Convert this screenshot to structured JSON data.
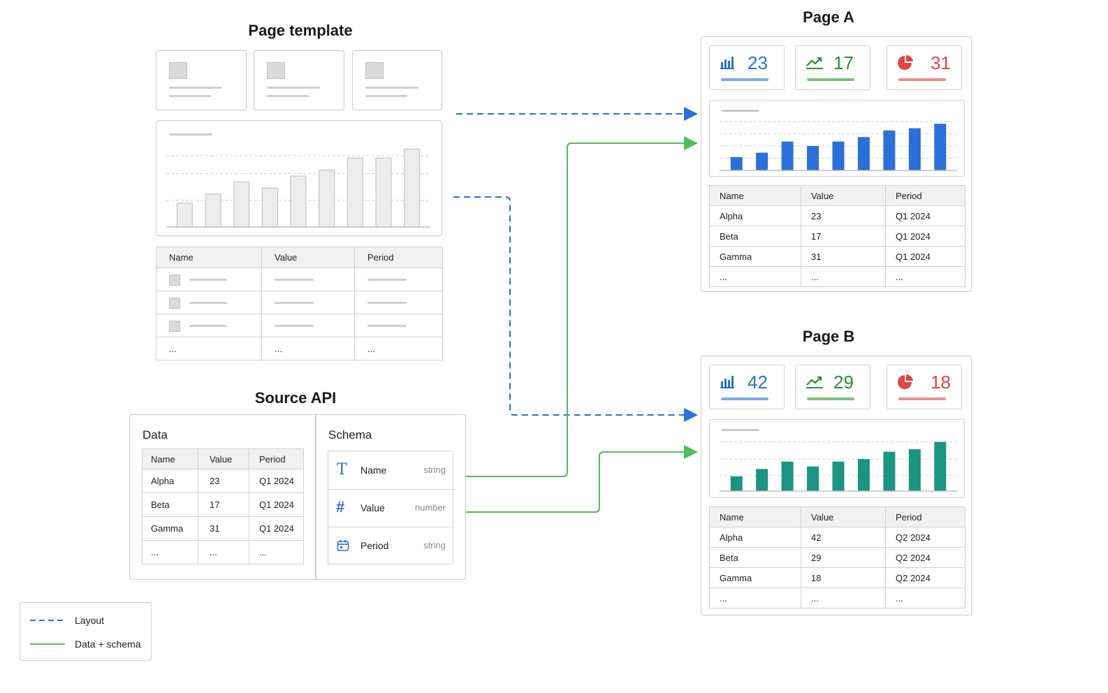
{
  "template": {
    "title": "Page template",
    "table_headers": [
      "Name",
      "Value",
      "Period"
    ],
    "ellipsis": "..."
  },
  "source": {
    "title": "Source API",
    "data_title": "Data",
    "schema_title": "Schema",
    "data_headers": [
      "Name",
      "Value",
      "Period"
    ],
    "data_rows": [
      [
        "Alpha",
        "23",
        "Q1 2024"
      ],
      [
        "Beta",
        "17",
        "Q1 2024"
      ],
      [
        "Gamma",
        "31",
        "Q1 2024"
      ],
      [
        "...",
        "...",
        "..."
      ]
    ],
    "schema": [
      {
        "name": "Name",
        "type": "string",
        "icon": "text-type-icon"
      },
      {
        "name": "Value",
        "type": "number",
        "icon": "hash-icon"
      },
      {
        "name": "Period",
        "type": "string",
        "icon": "calendar-icon"
      }
    ]
  },
  "page_a": {
    "title": "Page A",
    "kpis": [
      {
        "icon": "bar-chart-icon",
        "value": "23",
        "color": "#2c6fd8",
        "underline": "#7fa9ea"
      },
      {
        "icon": "trend-line-icon",
        "value": "17",
        "color": "#2c8a37",
        "underline": "#7cc47c"
      },
      {
        "icon": "pie-chart-icon",
        "value": "31",
        "color": "#e14545",
        "underline": "#f08b8b"
      }
    ],
    "bar_color": "#2c6fd8",
    "bar_values": [
      6,
      8,
      13,
      11,
      13,
      15,
      18,
      19,
      21
    ],
    "table_headers": [
      "Name",
      "Value",
      "Period"
    ],
    "rows": [
      [
        "Alpha",
        "23",
        "Q1 2024"
      ],
      [
        "Beta",
        "17",
        "Q1 2024"
      ],
      [
        "Gamma",
        "31",
        "Q1 2024"
      ],
      [
        "...",
        "...",
        "..."
      ]
    ]
  },
  "page_b": {
    "title": "Page B",
    "kpis": [
      {
        "icon": "bar-chart-icon",
        "value": "42",
        "color": "#2c6fd8",
        "underline": "#7fa9ea"
      },
      {
        "icon": "trend-line-icon",
        "value": "29",
        "color": "#2c8a37",
        "underline": "#7cc47c"
      },
      {
        "icon": "pie-chart-icon",
        "value": "18",
        "color": "#e14545",
        "underline": "#f08b8b"
      }
    ],
    "bar_color": "#1b9481",
    "bar_values": [
      6,
      9,
      12,
      10,
      12,
      13,
      16,
      17,
      20
    ],
    "table_headers": [
      "Name",
      "Value",
      "Period"
    ],
    "rows": [
      [
        "Alpha",
        "42",
        "Q2 2024"
      ],
      [
        "Beta",
        "29",
        "Q2 2024"
      ],
      [
        "Gamma",
        "18",
        "Q2 2024"
      ],
      [
        "...",
        "...",
        "..."
      ]
    ]
  },
  "template_bar_values": [
    8,
    11,
    15,
    13,
    17,
    19,
    23,
    23,
    26
  ],
  "legend": {
    "layout_label": "Layout",
    "data_label": "Data + schema",
    "layout_color": "#2c6fd8",
    "data_color": "#4cbf56"
  }
}
